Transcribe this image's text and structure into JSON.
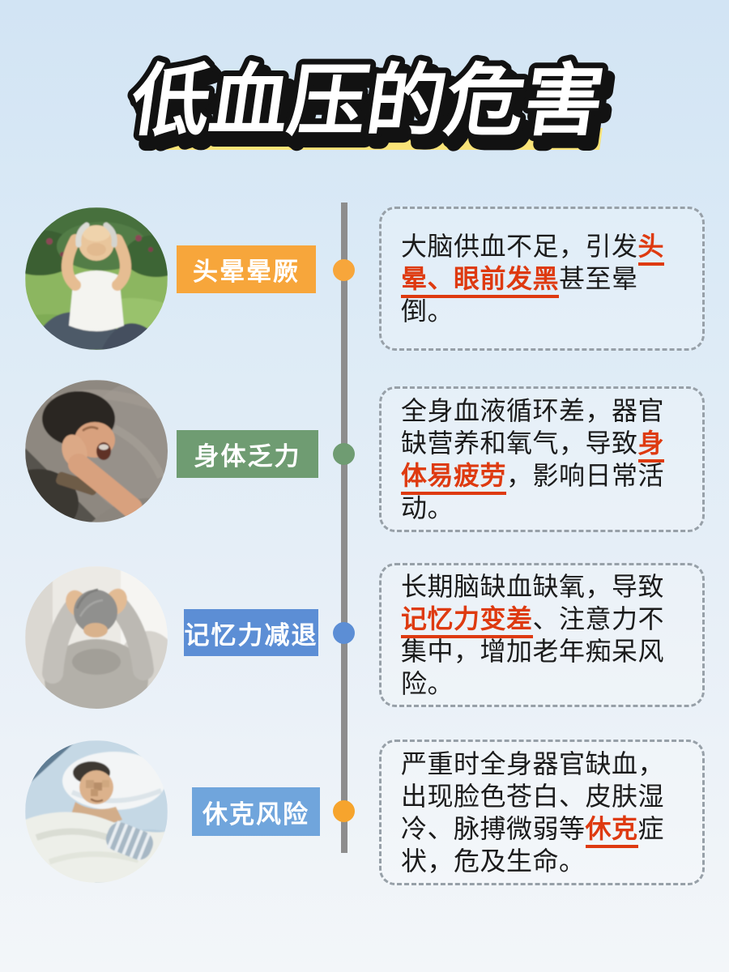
{
  "page": {
    "title": "低血压的危害",
    "title_highlight_color": "#FAE478",
    "background_top": "#D2E4F4",
    "background_bottom": "#F3F6F9",
    "highlight_text_color": "#DE3A10",
    "body_text_color": "#1B1B1B"
  },
  "timeline": {
    "line_color": "#8D8D8D"
  },
  "sections": [
    {
      "label": "头晕晕厥",
      "label_bg": "#F7A63B",
      "dot_color": "#F7A63B",
      "photo": "elderly-man-dizzy-holding-temples-on-grass",
      "description": [
        {
          "text": "大脑供血不足，引发",
          "highlight": false
        },
        {
          "text": "头晕、眼前发黑",
          "highlight": true
        },
        {
          "text": "甚至晕倒。",
          "highlight": false
        }
      ]
    },
    {
      "label": "身体乏力",
      "label_bg": "#6F9C72",
      "dot_color": "#6F9C72",
      "photo": "tired-man-yawning-in-bed",
      "description": [
        {
          "text": "全身血液循环差，器官缺营养和氧气，导致",
          "highlight": false
        },
        {
          "text": "身体易疲劳",
          "highlight": true
        },
        {
          "text": "，影响日常活动。",
          "highlight": false
        }
      ]
    },
    {
      "label": "记忆力减退",
      "label_bg": "#5C8ED5",
      "dot_color": "#5C8ED5",
      "photo": "gray-haired-man-clutching-head",
      "description": [
        {
          "text": "长期脑缺血缺氧，导致",
          "highlight": false
        },
        {
          "text": "记忆力变差",
          "highlight": true
        },
        {
          "text": "、注意力不集中，增加老年痴呆风险。",
          "highlight": false
        }
      ]
    },
    {
      "label": "休克风险",
      "label_bg": "#70A5DC",
      "dot_color": "#F6A42D",
      "photo": "patient-lying-in-hospital-bed",
      "description": [
        {
          "text": "严重时全身器官缺血，出现脸色苍白、皮肤湿冷、脉搏微弱等",
          "highlight": false
        },
        {
          "text": "休克",
          "highlight": true
        },
        {
          "text": "症状，危及生命。",
          "highlight": false
        }
      ]
    }
  ]
}
